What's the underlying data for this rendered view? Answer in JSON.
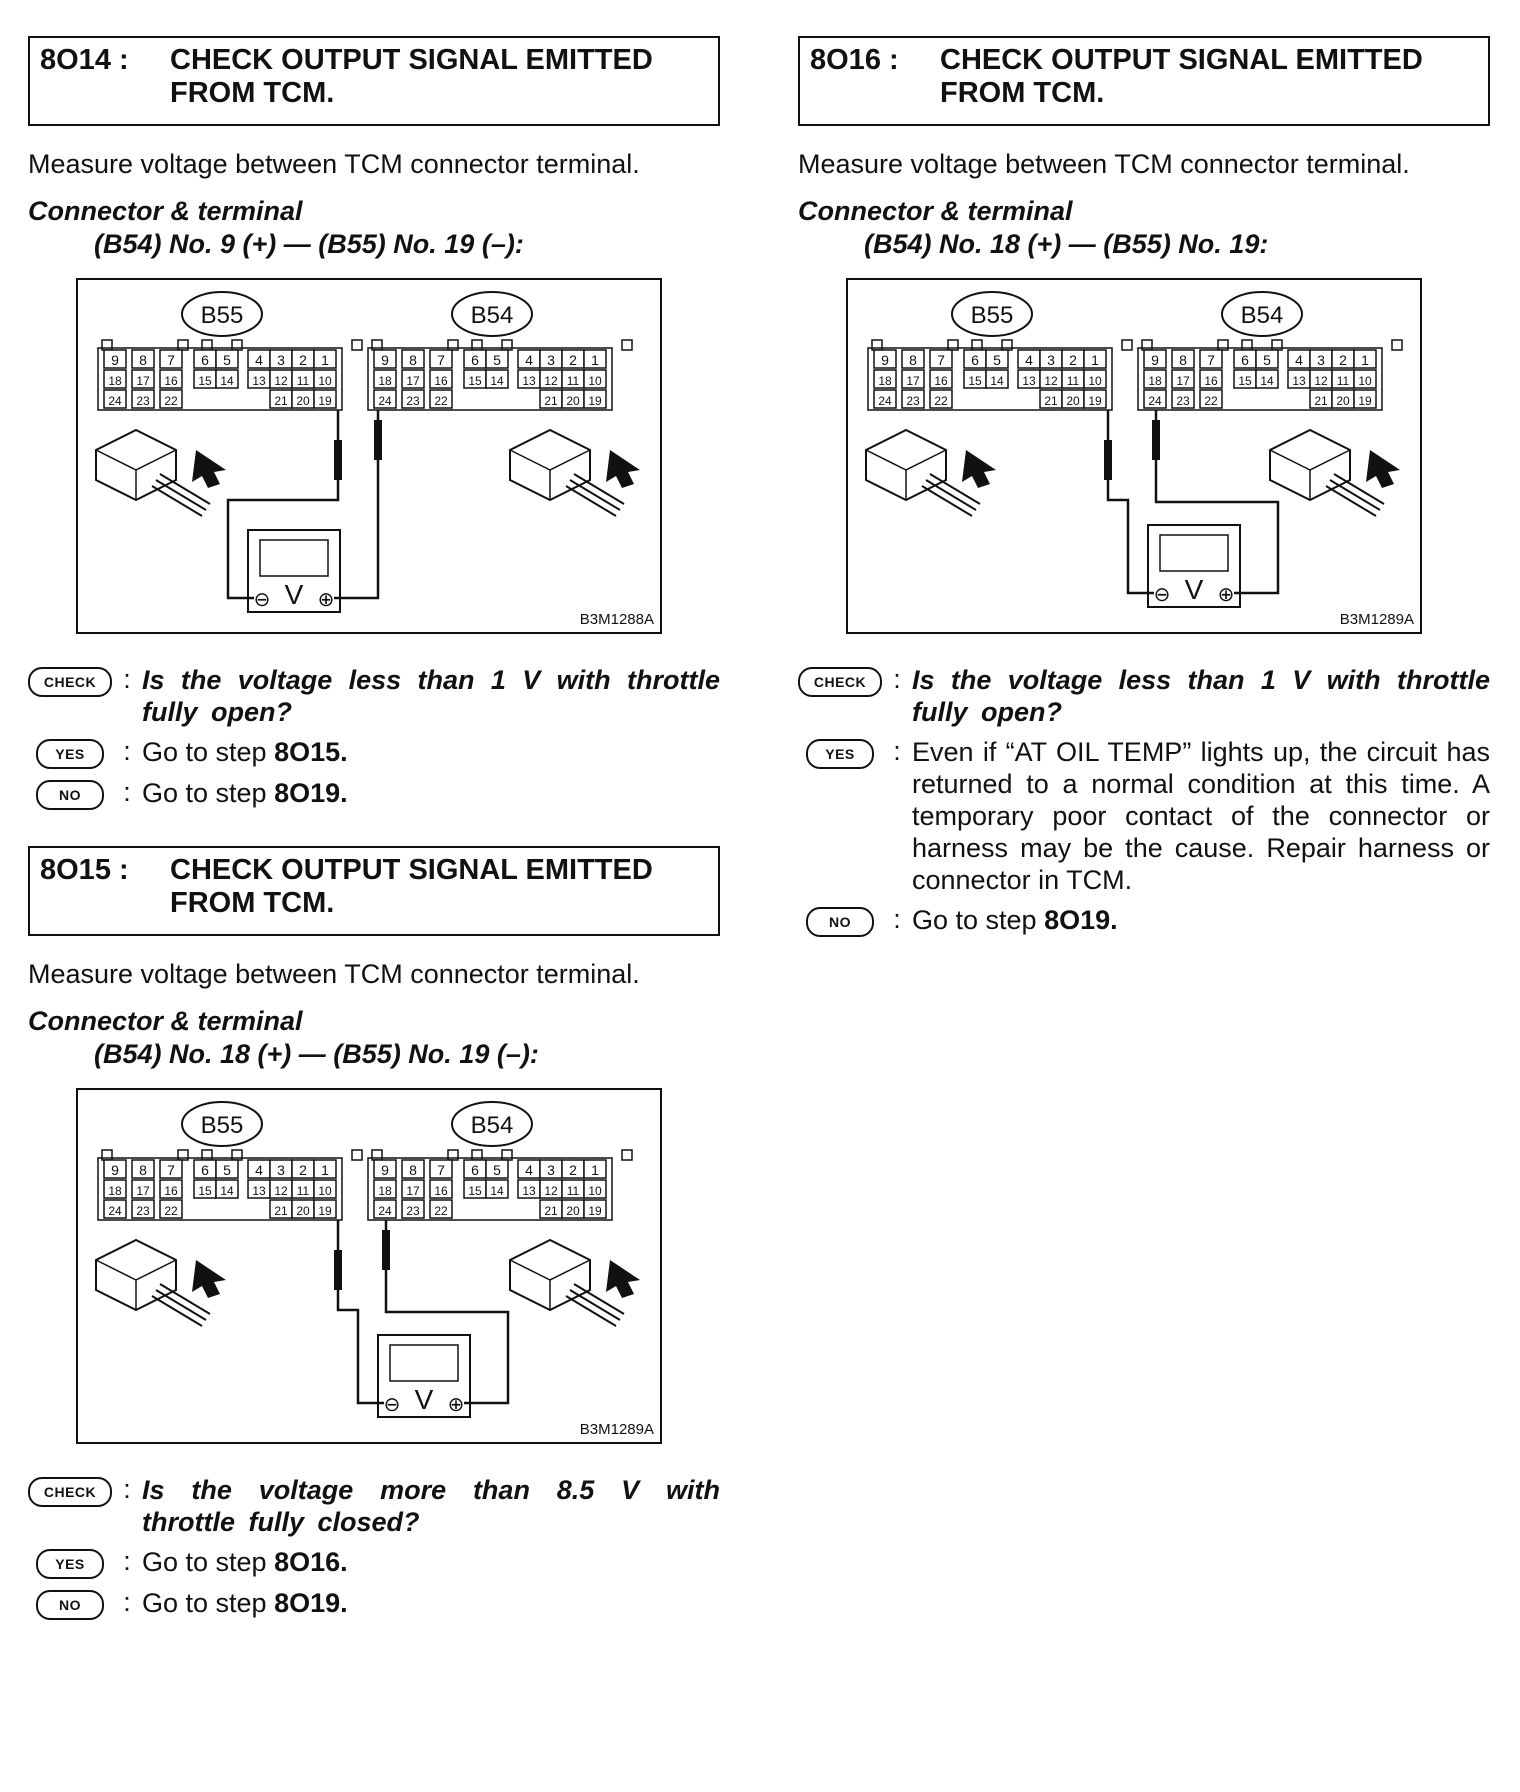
{
  "s8o14": {
    "num": "8O14 :",
    "title1": "CHECK OUTPUT SIGNAL EMITTED",
    "title2": "FROM TCM.",
    "intro": "Measure voltage between TCM connector terminal.",
    "ct_title": "Connector & terminal",
    "ct_spec": "(B54) No. 9 (+) — (B55) No. 19 (–):",
    "fig_code": "B3M1288A",
    "check_badge": "CHECK",
    "check_text": "Is the voltage less than 1 V with throttle fully open?",
    "yes_badge": "YES",
    "yes_text": "Go to step ",
    "yes_ref": "8O15.",
    "no_badge": "NO",
    "no_text": "Go to step ",
    "no_ref": "8O19."
  },
  "s8o15": {
    "num": "8O15 :",
    "title1": "CHECK OUTPUT SIGNAL EMITTED",
    "title2": "FROM TCM.",
    "intro": "Measure voltage between TCM connector terminal.",
    "ct_title": "Connector & terminal",
    "ct_spec": "(B54) No. 18 (+) — (B55) No. 19 (–):",
    "fig_code": "B3M1289A",
    "check_badge": "CHECK",
    "check_text": "Is the voltage more than 8.5 V with throttle fully closed?",
    "yes_badge": "YES",
    "yes_text": "Go to step ",
    "yes_ref": "8O16.",
    "no_badge": "NO",
    "no_text": "Go to step ",
    "no_ref": "8O19."
  },
  "s8o16": {
    "num": "8O16 :",
    "title1": "CHECK OUTPUT SIGNAL EMITTED",
    "title2": "FROM TCM.",
    "intro": "Measure voltage between TCM connector terminal.",
    "ct_title": "Connector & terminal",
    "ct_spec": "(B54) No. 18 (+) — (B55) No. 19:",
    "fig_code": "B3M1289A",
    "check_badge": "CHECK",
    "check_text": "Is the voltage less than 1 V with throttle fully open?",
    "yes_badge": "YES",
    "yes_text": "Even if “AT OIL TEMP” lights up, the circuit has returned to a normal condition at this time. A temporary poor contact of the connector or harness may be the cause. Repair harness or connector in TCM.",
    "no_badge": "NO",
    "no_text": "Go to step ",
    "no_ref": "8O19."
  },
  "connector": {
    "b55": "B55",
    "b54": "B54",
    "row1": [
      "9",
      "8",
      "7",
      "6",
      "5",
      "4",
      "3",
      "2",
      "1"
    ],
    "row2": [
      "18",
      "17",
      "16",
      "15",
      "14",
      "13",
      "12",
      "11",
      "10"
    ],
    "row3": [
      "24",
      "23",
      "22",
      "21",
      "20",
      "19"
    ],
    "minus": "⊖",
    "v": "V",
    "plus": "⊕"
  }
}
